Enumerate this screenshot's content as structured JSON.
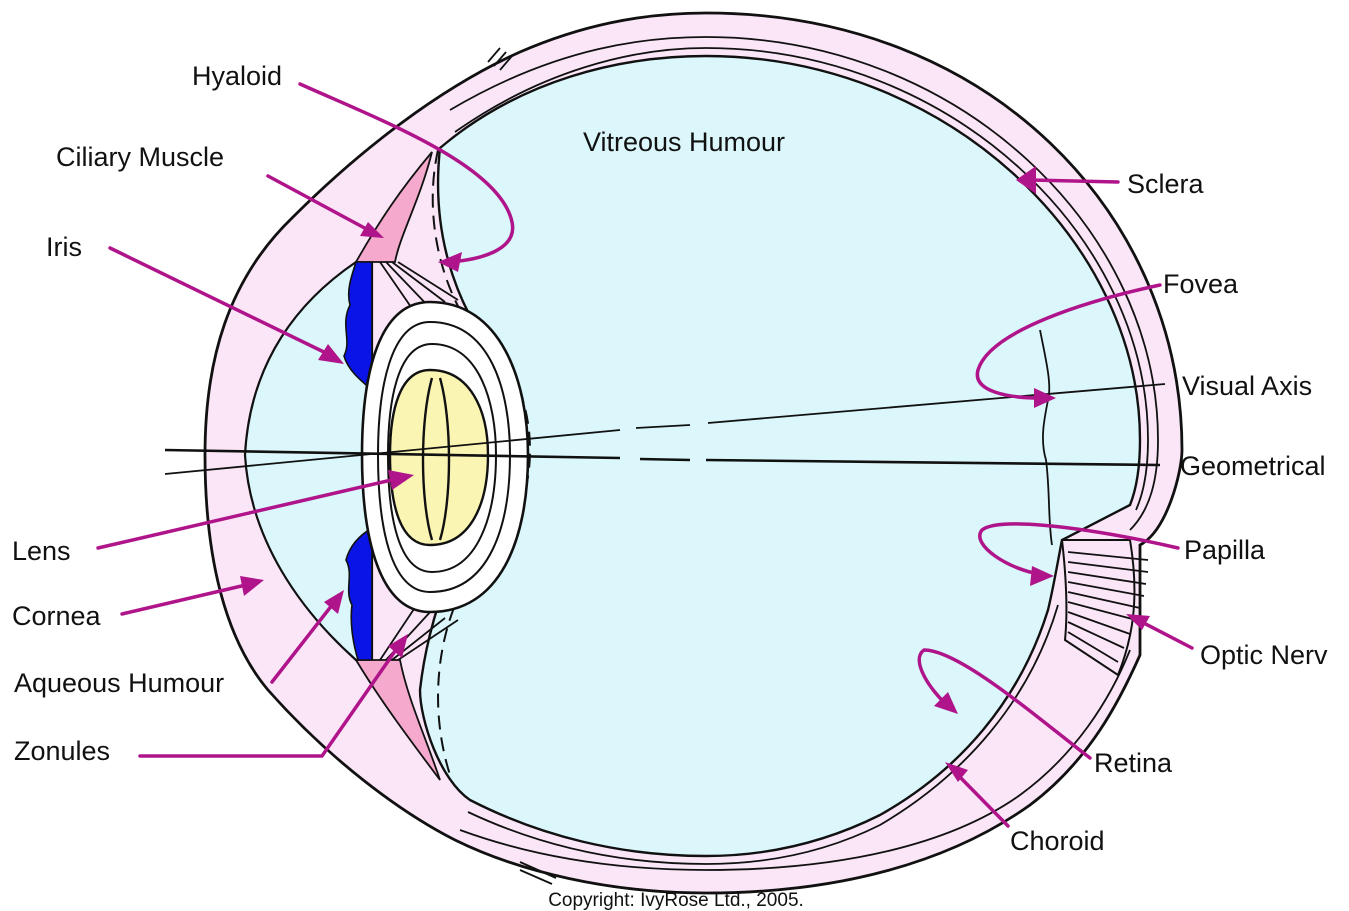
{
  "diagram": {
    "title_text": "Vitreous Humour",
    "copyright": "Copyright: IvyRose Ltd., 2005.",
    "labels": {
      "hyaloid": "Hyaloid",
      "ciliary_muscle": "Ciliary Muscle",
      "iris": "Iris",
      "lens": "Lens",
      "cornea": "Cornea",
      "aqueous_humour": "Aqueous Humour",
      "zonules": "Zonules",
      "sclera": "Sclera",
      "fovea": "Fovea",
      "visual_axis": "Visual Axis",
      "geometrical": "Geometrical",
      "papilla": "Papilla",
      "optic_nerve": "Optic Nerv",
      "retina": "Retina",
      "choroid": "Choroid"
    },
    "colors": {
      "sclera_fill": "#fbe6f8",
      "vitreous_fill": "#dbf7fb",
      "lens_core": "#fbf5b4",
      "iris": "#0a14e6",
      "ciliary_pink": "#f4a9cd",
      "leader": "#b0148a"
    }
  }
}
